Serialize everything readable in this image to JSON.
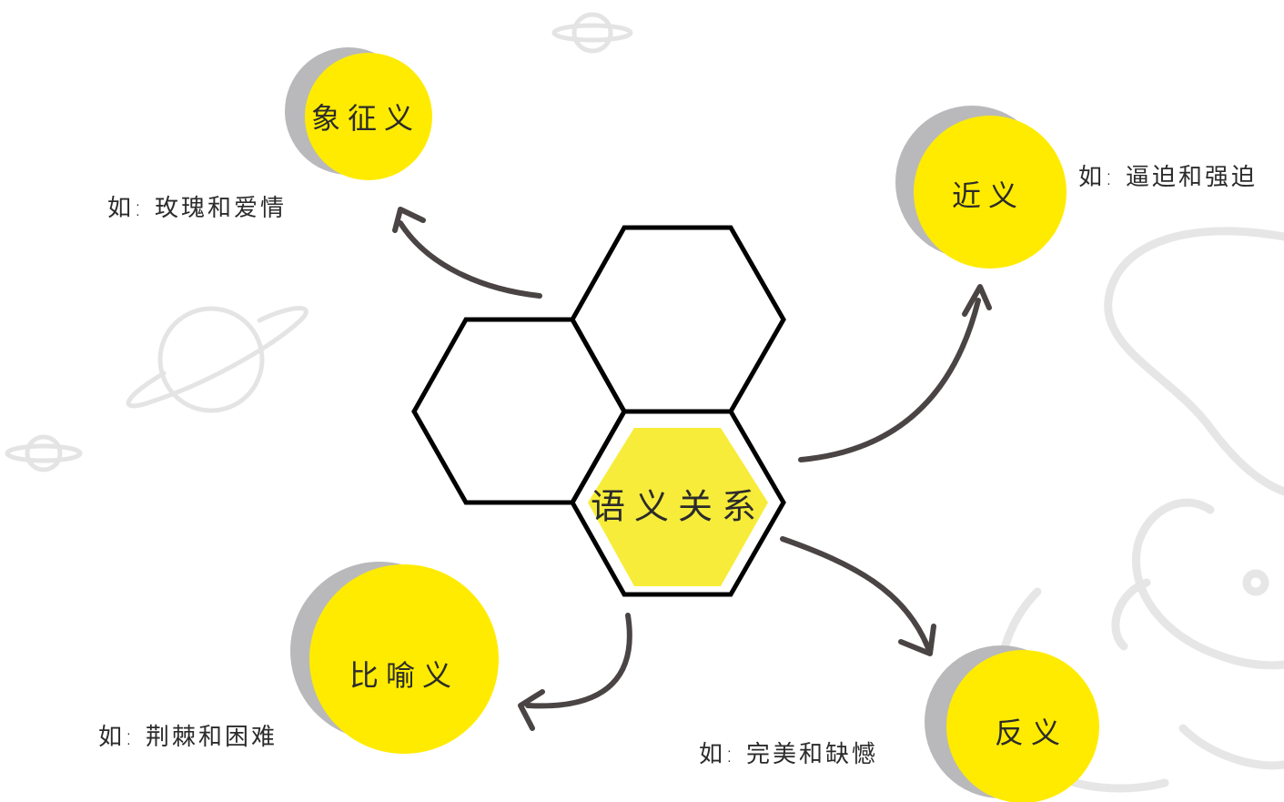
{
  "center": {
    "label": "语义关系"
  },
  "nodes": [
    {
      "id": "symbolic",
      "label": "象征义",
      "example": "如: 玫瑰和爱情"
    },
    {
      "id": "synonym",
      "label": "近义",
      "example": "如: 逼迫和强迫"
    },
    {
      "id": "metaphor",
      "label": "比喻义",
      "example": "如: 荆棘和困难"
    },
    {
      "id": "antonym",
      "label": "反义",
      "example": "如: 完美和缺憾"
    }
  ],
  "colors": {
    "accent_yellow": "#FFEB00",
    "hex_fill": "#F7EC3A",
    "shadow_gray": "#B9B9BB",
    "ink": "#2b2b2b",
    "arrow": "#4a4444",
    "decor": "#e6e6e6"
  }
}
